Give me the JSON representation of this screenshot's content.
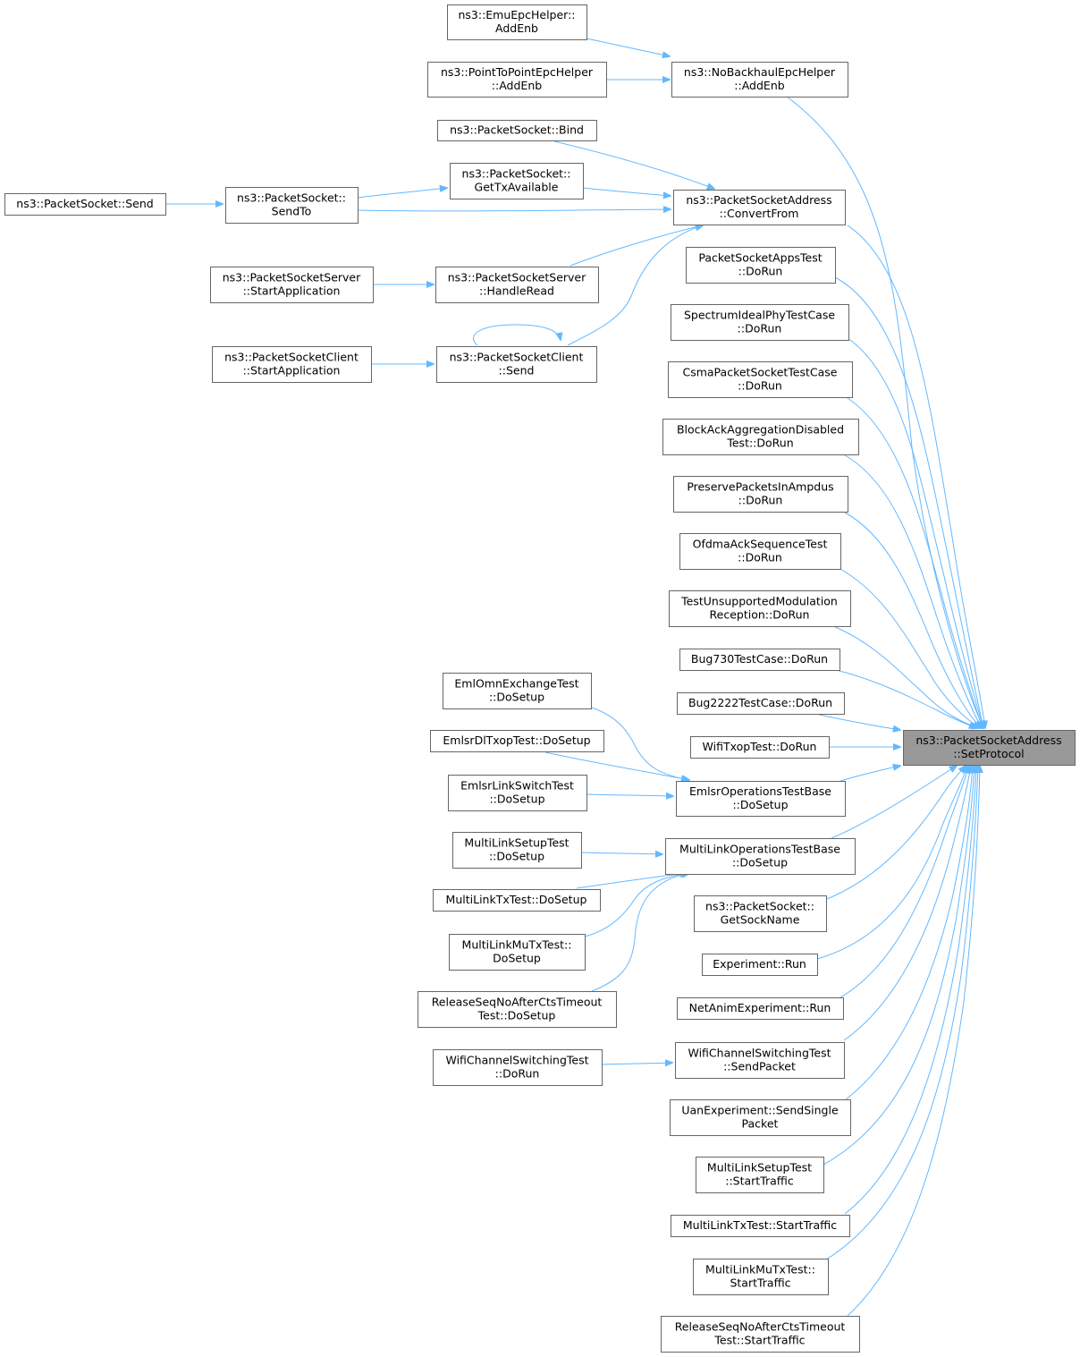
{
  "colors": {
    "edge": "#63b8ff",
    "root_fill": "#999999",
    "node_border": "#666666",
    "node_fill": "#ffffff"
  },
  "nodes": [
    {
      "id": "setprotocol",
      "lines": [
        "ns3::PacketSocketAddress",
        "::SetProtocol"
      ],
      "root": true
    },
    {
      "id": "emu_addenb",
      "lines": [
        "ns3::EmuEpcHelper::",
        "AddEnb"
      ]
    },
    {
      "id": "p2p_addenb",
      "lines": [
        "ns3::PointToPointEpcHelper",
        "::AddEnb"
      ]
    },
    {
      "id": "nobackhaul_addenb",
      "lines": [
        "ns3::NoBackhaulEpcHelper",
        "::AddEnb"
      ]
    },
    {
      "id": "ps_bind",
      "lines": [
        "ns3::PacketSocket::Bind"
      ]
    },
    {
      "id": "ps_gettx",
      "lines": [
        "ns3::PacketSocket::",
        "GetTxAvailable"
      ]
    },
    {
      "id": "ps_send",
      "lines": [
        "ns3::PacketSocket::Send"
      ]
    },
    {
      "id": "ps_sendto",
      "lines": [
        "ns3::PacketSocket::",
        "SendTo"
      ]
    },
    {
      "id": "psa_convertfrom",
      "lines": [
        "ns3::PacketSocketAddress",
        "::ConvertFrom"
      ]
    },
    {
      "id": "pss_start",
      "lines": [
        "ns3::PacketSocketServer",
        "::StartApplication"
      ]
    },
    {
      "id": "pss_handleread",
      "lines": [
        "ns3::PacketSocketServer",
        "::HandleRead"
      ]
    },
    {
      "id": "psc_start",
      "lines": [
        "ns3::PacketSocketClient",
        "::StartApplication"
      ]
    },
    {
      "id": "psc_send",
      "lines": [
        "ns3::PacketSocketClient",
        "::Send"
      ]
    },
    {
      "id": "psapps_dorun",
      "lines": [
        "PacketSocketAppsTest",
        "::DoRun"
      ]
    },
    {
      "id": "spectrum_dorun",
      "lines": [
        "SpectrumIdealPhyTestCase",
        "::DoRun"
      ]
    },
    {
      "id": "csma_dorun",
      "lines": [
        "CsmaPacketSocketTestCase",
        "::DoRun"
      ]
    },
    {
      "id": "blockack_dorun",
      "lines": [
        "BlockAckAggregationDisabled",
        "Test::DoRun"
      ]
    },
    {
      "id": "preserve_dorun",
      "lines": [
        "PreservePacketsInAmpdus",
        "::DoRun"
      ]
    },
    {
      "id": "ofdma_dorun",
      "lines": [
        "OfdmaAckSequenceTest",
        "::DoRun"
      ]
    },
    {
      "id": "testunsupp_dorun",
      "lines": [
        "TestUnsupportedModulation",
        "Reception::DoRun"
      ]
    },
    {
      "id": "bug730_dorun",
      "lines": [
        "Bug730TestCase::DoRun"
      ]
    },
    {
      "id": "bug2222_dorun",
      "lines": [
        "Bug2222TestCase::DoRun"
      ]
    },
    {
      "id": "wifitxop_dorun",
      "lines": [
        "WifiTxopTest::DoRun"
      ]
    },
    {
      "id": "emlomn_dosetup",
      "lines": [
        "EmlOmnExchangeTest",
        "::DoSetup"
      ]
    },
    {
      "id": "emlsrdl_dosetup",
      "lines": [
        "EmlsrDlTxopTest::DoSetup"
      ]
    },
    {
      "id": "emlsrlink_dosetup",
      "lines": [
        "EmlsrLinkSwitchTest",
        "::DoSetup"
      ]
    },
    {
      "id": "emlsrops_dosetup",
      "lines": [
        "EmlsrOperationsTestBase",
        "::DoSetup"
      ]
    },
    {
      "id": "mlsetup_dosetup",
      "lines": [
        "MultiLinkSetupTest",
        "::DoSetup"
      ]
    },
    {
      "id": "mlops_dosetup",
      "lines": [
        "MultiLinkOperationsTestBase",
        "::DoSetup"
      ]
    },
    {
      "id": "mltx_dosetup",
      "lines": [
        "MultiLinkTxTest::DoSetup"
      ]
    },
    {
      "id": "mlmutx_dosetup",
      "lines": [
        "MultiLinkMuTxTest::",
        "DoSetup"
      ]
    },
    {
      "id": "relseq_dosetup",
      "lines": [
        "ReleaseSeqNoAfterCtsTimeout",
        "Test::DoSetup"
      ]
    },
    {
      "id": "ps_getsockname",
      "lines": [
        "ns3::PacketSocket::",
        "GetSockName"
      ]
    },
    {
      "id": "experiment_run",
      "lines": [
        "Experiment::Run"
      ]
    },
    {
      "id": "netanim_run",
      "lines": [
        "NetAnimExperiment::Run"
      ]
    },
    {
      "id": "wifichan_dorun",
      "lines": [
        "WifiChannelSwitchingTest",
        "::DoRun"
      ]
    },
    {
      "id": "wifichan_sendpacket",
      "lines": [
        "WifiChannelSwitchingTest",
        "::SendPacket"
      ]
    },
    {
      "id": "uan_sendsingle",
      "lines": [
        "UanExperiment::SendSingle",
        "Packet"
      ]
    },
    {
      "id": "mlsetup_starttraffic",
      "lines": [
        "MultiLinkSetupTest",
        "::StartTraffic"
      ]
    },
    {
      "id": "mltx_starttraffic",
      "lines": [
        "MultiLinkTxTest::StartTraffic"
      ]
    },
    {
      "id": "mlmutx_starttraffic",
      "lines": [
        "MultiLinkMuTxTest::",
        "StartTraffic"
      ]
    },
    {
      "id": "relseq_starttraffic",
      "lines": [
        "ReleaseSeqNoAfterCtsTimeout",
        "Test::StartTraffic"
      ]
    }
  ]
}
